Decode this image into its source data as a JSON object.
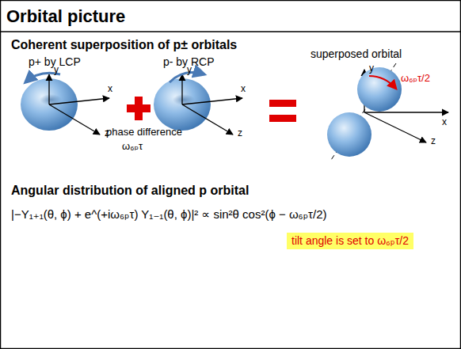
{
  "diagram": {
    "title": "Orbital picture",
    "nodes": [
      {
        "text": [
          "tilt angle is set to ω₆ₚτ/2"
        ]
      }
    ],
    "labels": [
      "Coherent superposition of p± orbitals",
      "p+ by LCP",
      "y",
      "x",
      "z",
      "p- by RCP",
      "y",
      "x",
      "z",
      "phase difference",
      "ω₆ₚτ",
      "superposed orbital",
      "y",
      "x",
      "z",
      "ω₆ₚτ/2",
      "Angular distribution of aligned p orbital",
      "|−Y₁₊₁(θ, ϕ) + e^(+iω₆ₚτ) Y₁₋₁(θ, ϕ)|² ∝ sin²θ cos²(ϕ − ω₆ₚτ/2)"
    ]
  }
}
